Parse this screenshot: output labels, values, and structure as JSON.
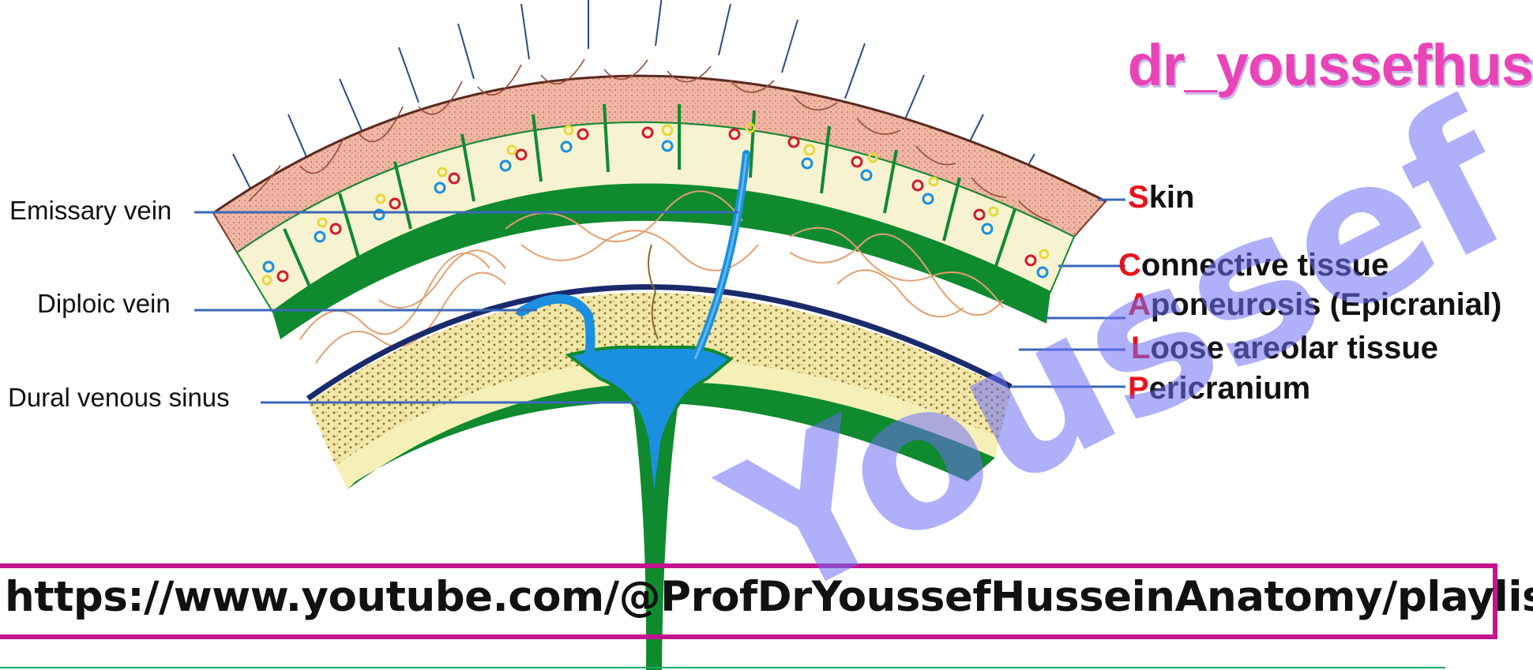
{
  "watermark": {
    "handle": "dr_youssefhus",
    "name": "Youssef Hus"
  },
  "left_labels": {
    "emissary": "Emissary vein",
    "diploic": "Diploic vein",
    "dural": "Dural venous sinus"
  },
  "right_labels": [
    {
      "first": "S",
      "rest": "kin"
    },
    {
      "first": "C",
      "rest": "onnective tissue"
    },
    {
      "first": "A",
      "rest": "poneurosis (Epicranial)"
    },
    {
      "first": "L",
      "rest": "oose areolar tissue"
    },
    {
      "first": "P",
      "rest": "ericranium"
    }
  ],
  "footer": {
    "url": "https://www.youtube.com/@ProfDrYoussefHusseinAnatomy/playlists"
  },
  "colors": {
    "skin": "#e8a390",
    "connective": "#f7f2d0",
    "green": "#0f8a2f",
    "bone": "#f2ebad",
    "vein": "#1b8fe0",
    "pointer_line": "#3a68b8",
    "initial_letter": "#e8131c",
    "frame": "#c3148e",
    "watermark_handle": "#e844b8"
  }
}
